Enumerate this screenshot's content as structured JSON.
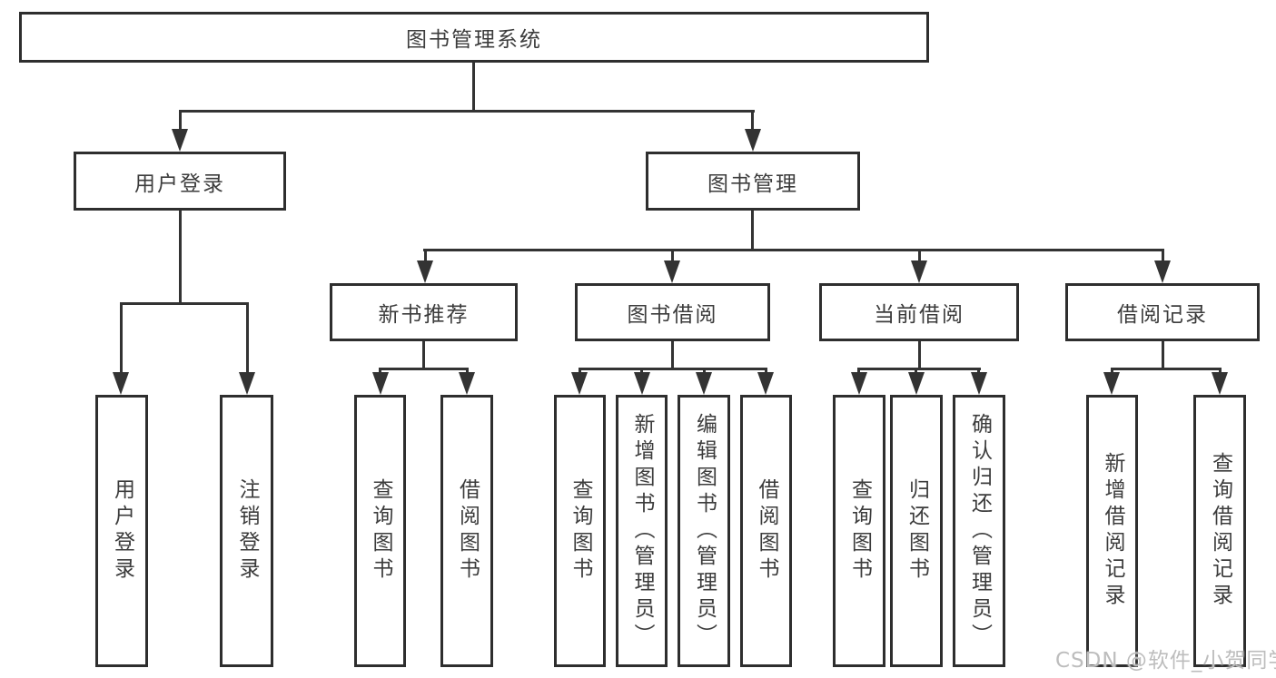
{
  "diagram": {
    "root": {
      "label": "图书管理系统"
    },
    "level2": [
      {
        "id": "user-login",
        "label": "用户登录"
      },
      {
        "id": "book-management",
        "label": "图书管理"
      }
    ],
    "level3": [
      {
        "id": "new-book-recommend",
        "label": "新书推荐",
        "parent": "book-management"
      },
      {
        "id": "book-borrowing",
        "label": "图书借阅",
        "parent": "book-management"
      },
      {
        "id": "current-borrowing",
        "label": "当前借阅",
        "parent": "book-management"
      },
      {
        "id": "borrowing-records",
        "label": "借阅记录",
        "parent": "book-management"
      }
    ],
    "leaves": [
      {
        "id": "user-login-action",
        "label": "用户登录",
        "parent": "user-login"
      },
      {
        "id": "logout-action",
        "label": "注销登录",
        "parent": "user-login"
      },
      {
        "id": "nb-query-books",
        "label": "查询图书",
        "parent": "new-book-recommend"
      },
      {
        "id": "nb-borrow-books",
        "label": "借阅图书",
        "parent": "new-book-recommend"
      },
      {
        "id": "bb-query-books",
        "label": "查询图书",
        "parent": "book-borrowing"
      },
      {
        "id": "bb-add-books-admin",
        "label": "新增图书（管理员）",
        "parent": "book-borrowing"
      },
      {
        "id": "bb-edit-books-admin",
        "label": "编辑图书（管理员）",
        "parent": "book-borrowing"
      },
      {
        "id": "bb-borrow-books",
        "label": "借阅图书",
        "parent": "book-borrowing"
      },
      {
        "id": "cb-query-books",
        "label": "查询图书",
        "parent": "current-borrowing"
      },
      {
        "id": "cb-return-books",
        "label": "归还图书",
        "parent": "current-borrowing"
      },
      {
        "id": "cb-confirm-return-admin",
        "label": "确认归还（管理员）",
        "parent": "current-borrowing"
      },
      {
        "id": "br-add-record",
        "label": "新增借阅记录",
        "parent": "borrowing-records"
      },
      {
        "id": "br-query-record",
        "label": "查询借阅记录",
        "parent": "borrowing-records"
      }
    ],
    "watermark": "CSDN @软件_小贺同学",
    "colors": {
      "line": "#333333",
      "text": "#3c3c3c",
      "watermark": "#bdbdbd",
      "background": "#ffffff"
    }
  }
}
